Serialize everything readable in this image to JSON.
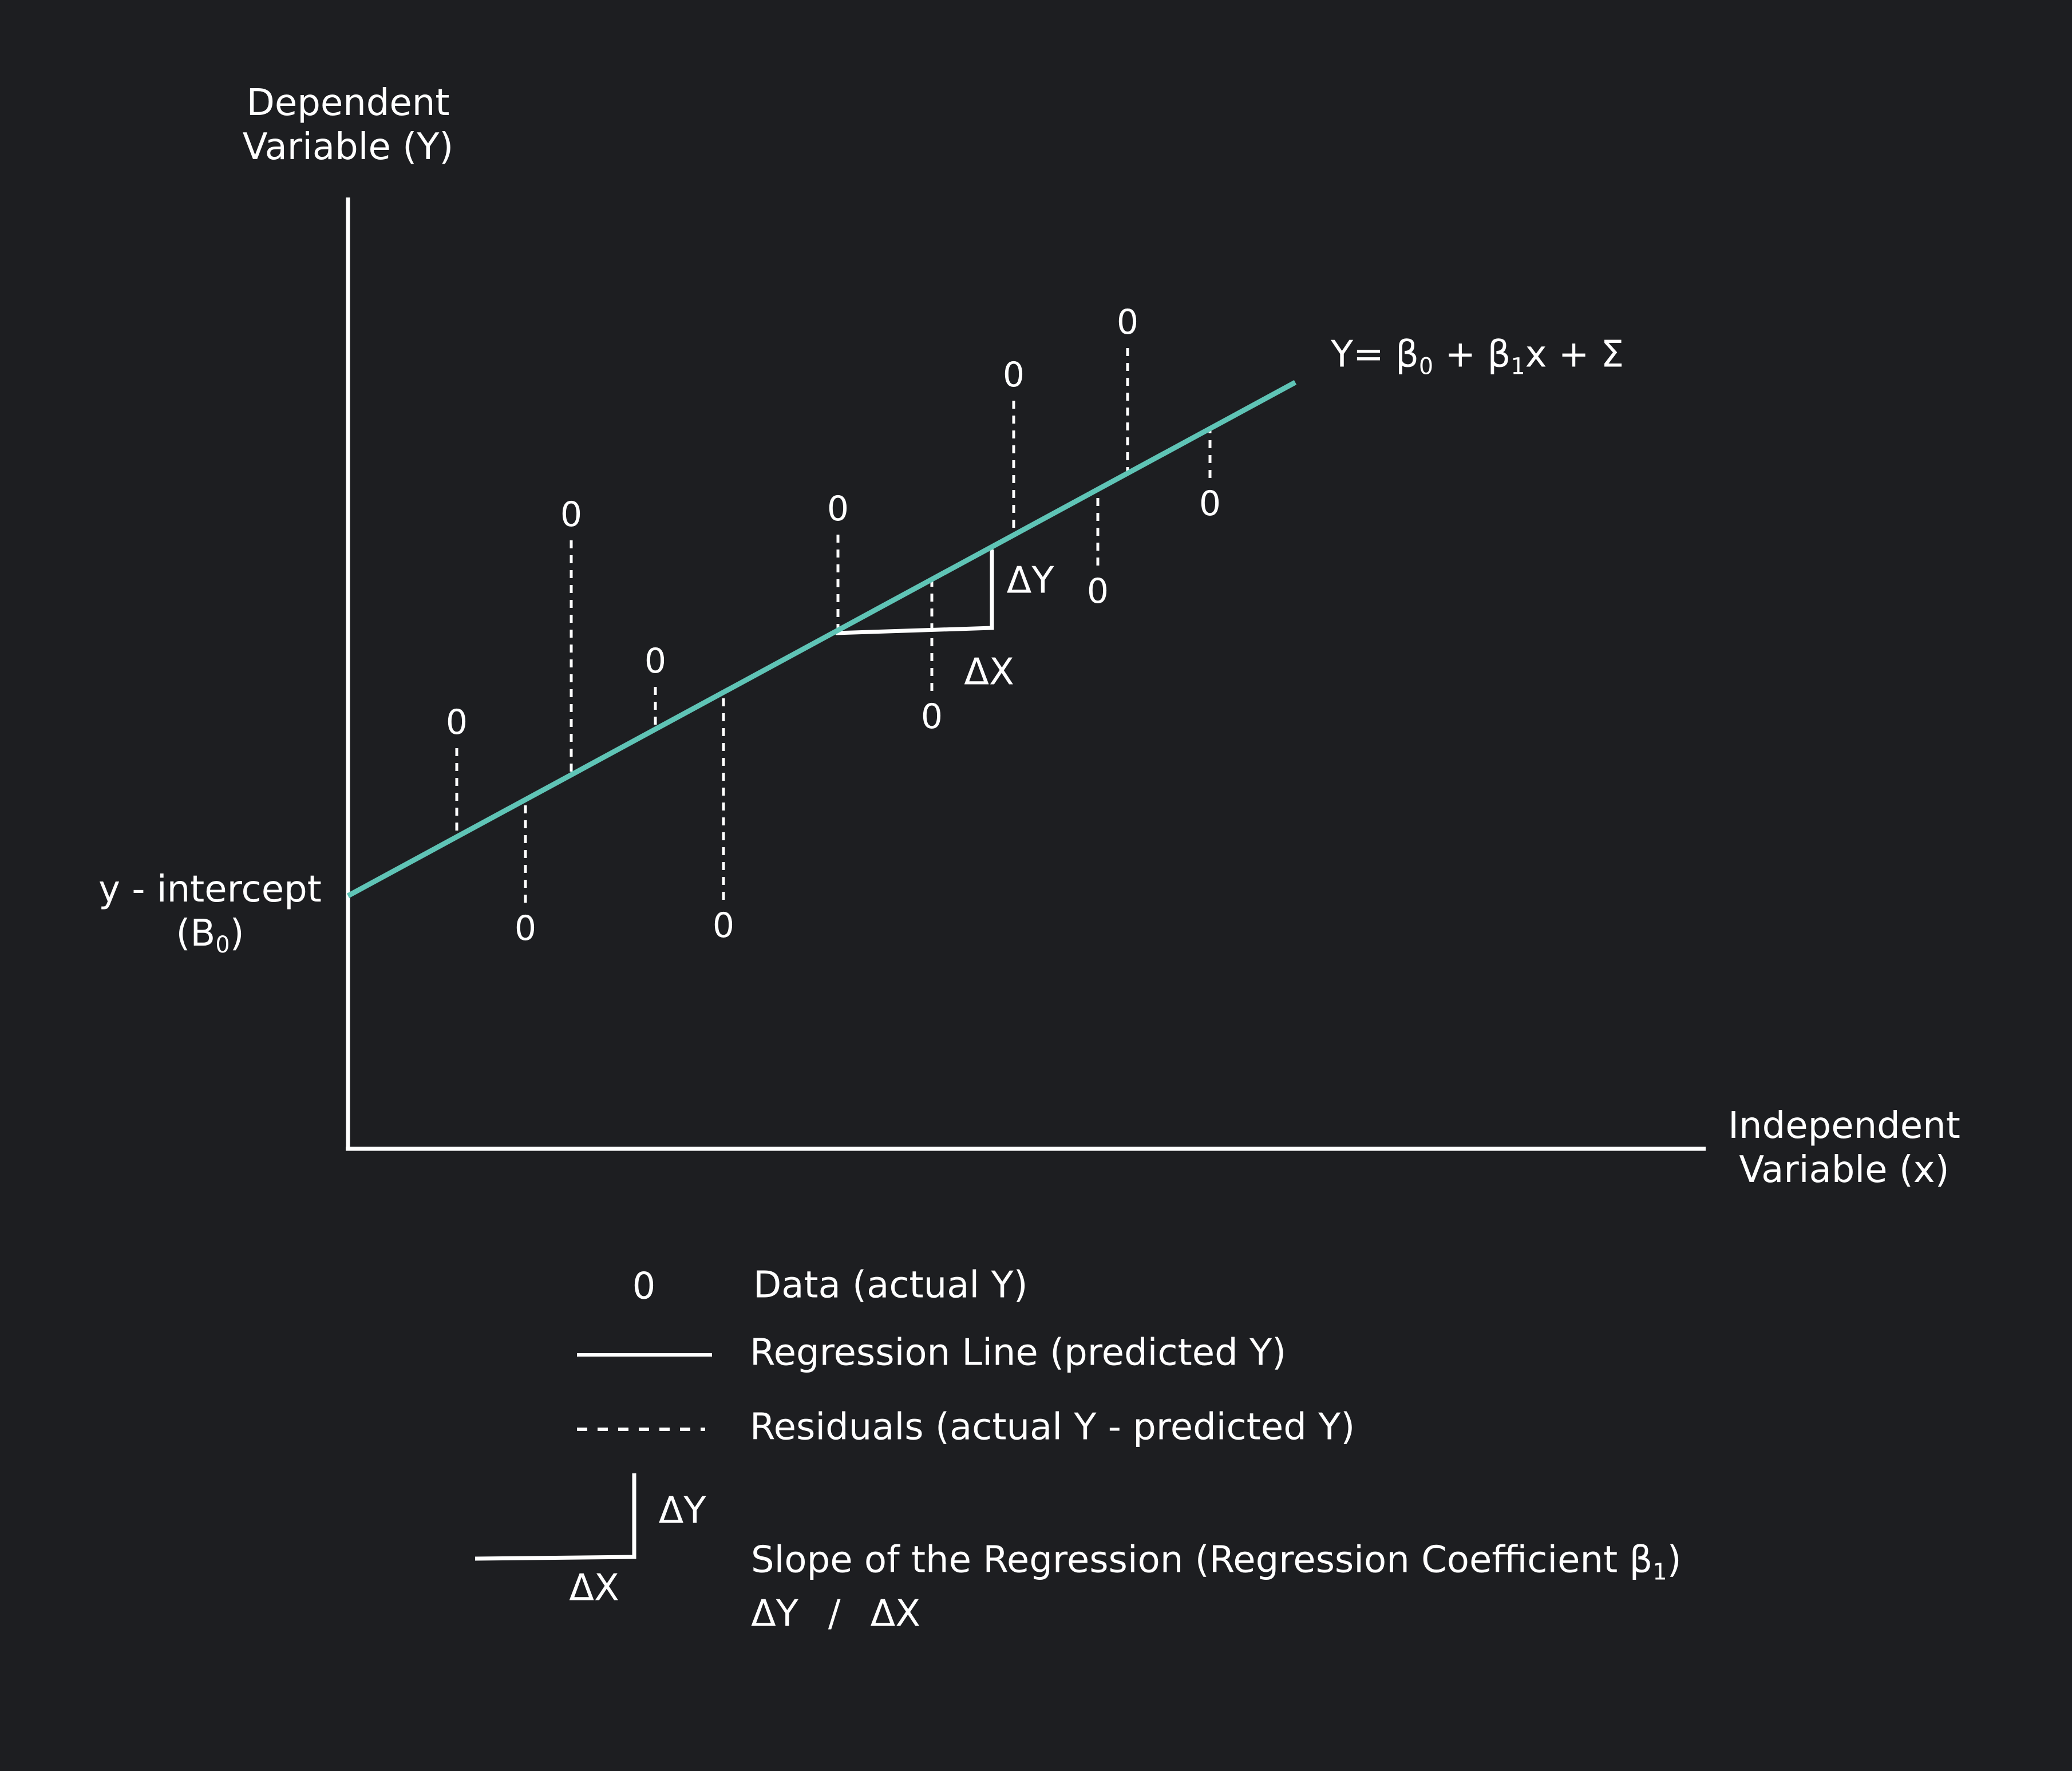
{
  "colors": {
    "background": "#1d1e21",
    "regression_line": "#5fc4b6",
    "foreground": "#ffffff"
  },
  "axes": {
    "y_title_line1": "Dependent",
    "y_title_line2": "Variable (Y)",
    "x_title_line1": "Independent",
    "x_title_line2": "Variable (x)"
  },
  "intercept": {
    "line1": "y - intercept",
    "prefix": "(B",
    "sub": "0",
    "suffix": ")"
  },
  "equation": {
    "lhs": "Y= β",
    "sub0": "0",
    "mid": " + β",
    "sub1": "1",
    "rhs": "x + Σ"
  },
  "slope_marker": {
    "dy": "ΔY",
    "dx": "ΔX"
  },
  "data_point_marker": "0",
  "legend": {
    "data_symbol": "0",
    "data_label": "Data (actual Y)",
    "line_label": "Regression Line (predicted Y)",
    "residual_label": "Residuals (actual Y - predicted Y)",
    "slope_dy": "ΔY",
    "slope_dx": "ΔX",
    "slope_label": "Slope of the Regression (Regression Coefficient β",
    "slope_label_sub": "1",
    "slope_label_end": ")",
    "slope_formula_dy": "ΔY",
    "slope_formula_sep": "/",
    "slope_formula_dx": "ΔX"
  }
}
